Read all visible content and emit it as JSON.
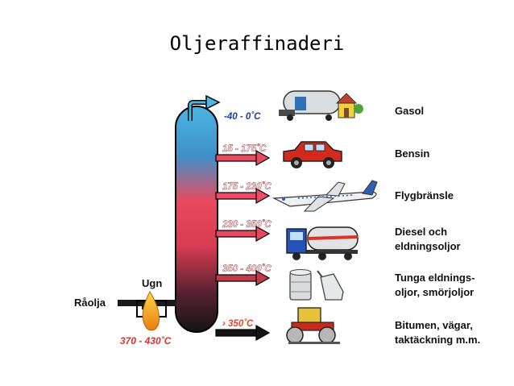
{
  "title": "Oljeraffinaderi",
  "feed": {
    "label": "Råolja",
    "furnace_label": "Ugn",
    "furnace_temp": "370 - 430˚C"
  },
  "fractions": [
    {
      "temp": "-40 - 0˚C",
      "product_line1": "Gasol",
      "product_line2": "",
      "icon": "gas-tanker-with-house-icon",
      "temp_color": "#1a3fa6"
    },
    {
      "temp": "15 - 175˚C",
      "product_line1": "Bensin",
      "product_line2": "",
      "icon": "red-car-icon",
      "temp_color": "#ffffff"
    },
    {
      "temp": "175 - 230˚C",
      "product_line1": "Flygbränsle",
      "product_line2": "",
      "icon": "airplane-icon",
      "temp_color": "#ffffff"
    },
    {
      "temp": "230 - 350˚C",
      "product_line1": "Diesel och",
      "product_line2": "eldningsoljor",
      "icon": "tanker-truck-icon",
      "temp_color": "#ffffff"
    },
    {
      "temp": "350 - 400˚C",
      "product_line1": "Tunga eldnings-",
      "product_line2": "oljor, smörjoljor",
      "icon": "oil-barrel-and-can-icon",
      "temp_color": "#ffffff"
    },
    {
      "temp": "› 350˚C",
      "product_line1": "Bitumen, vägar,",
      "product_line2": "taktäckning m.m.",
      "icon": "road-roller-icon",
      "temp_color": "#e8432a"
    }
  ],
  "colors": {
    "column_top": "#3a9ed8",
    "column_mid": "#ee4a63",
    "column_bottom": "#1a1a1a",
    "flame": "#f7a81c"
  }
}
